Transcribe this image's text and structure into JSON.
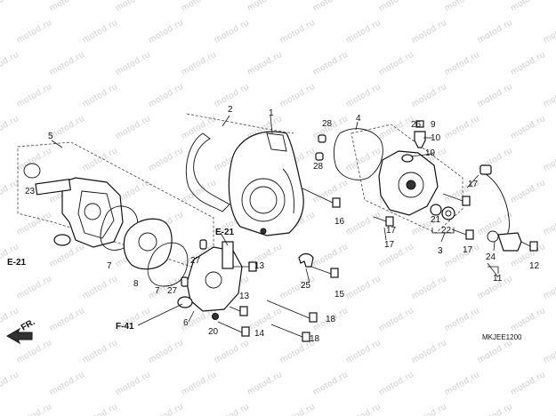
{
  "watermark": {
    "text": "motod.ru"
  },
  "callouts": [
    "1",
    "2",
    "3",
    "4",
    "5",
    "6",
    "7",
    "8",
    "7",
    "9",
    "10",
    "11",
    "12",
    "13",
    "13",
    "14",
    "15",
    "16",
    "17",
    "17",
    "17",
    "17",
    "18",
    "18",
    "19",
    "20",
    "21",
    "22",
    "23",
    "24",
    "25",
    "26",
    "27",
    "27",
    "28",
    "28"
  ],
  "refs": {
    "e21_left": "E-21",
    "e21_mid": "E-21",
    "f41": "F-41"
  },
  "direction": {
    "label": "FR."
  },
  "diagram_code": "MKJEE1200",
  "colors": {
    "ink": "#111111",
    "watermark": "#cfcfcf"
  }
}
